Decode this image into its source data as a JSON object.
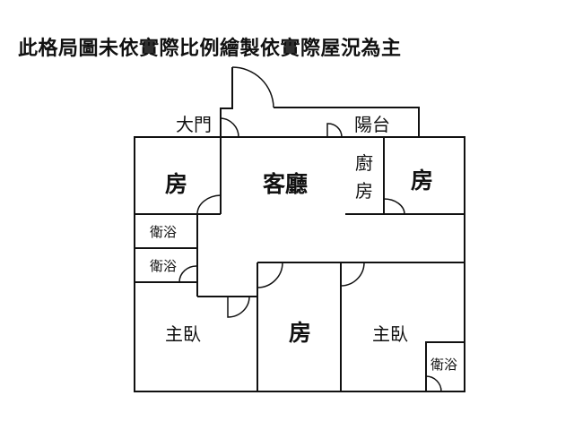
{
  "title": "此格局圖未依實際比例繪製依實際屋況為主",
  "rooms": {
    "bedroom_top_left": "房",
    "living_room": "客廳",
    "kitchen_line1": "廚",
    "kitchen_line2": "房",
    "bedroom_top_right": "房",
    "bath_1": "衛浴",
    "bath_2": "衛浴",
    "master_left": "主臥",
    "bedroom_middle": "房",
    "master_right": "主臥",
    "bath_3": "衛浴",
    "main_door": "大門",
    "balcony": "陽台"
  }
}
